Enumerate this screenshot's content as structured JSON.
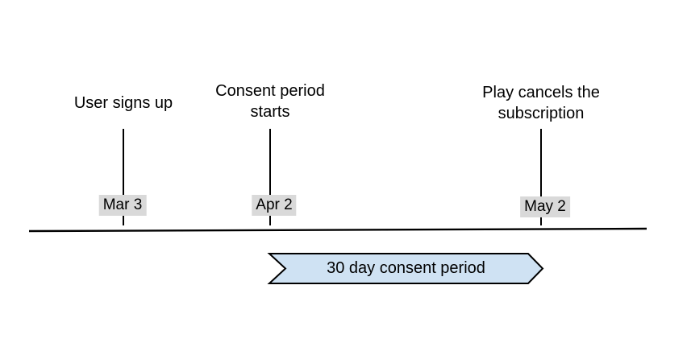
{
  "diagram": {
    "background": "#ffffff",
    "events": [
      {
        "title": "User signs up",
        "date": "Mar 3"
      },
      {
        "title": "Consent period\nstarts",
        "date": "Apr 2"
      },
      {
        "title": "Play cancels the\nsubscription",
        "date": "May 2"
      }
    ],
    "banner": {
      "label": "30 day consent period",
      "fill_color": "#cfe2f3",
      "border_color": "#000000"
    },
    "colors": {
      "date_label_background": "#d9d9d9",
      "axis_line": "#000000",
      "text": "#000000"
    }
  }
}
